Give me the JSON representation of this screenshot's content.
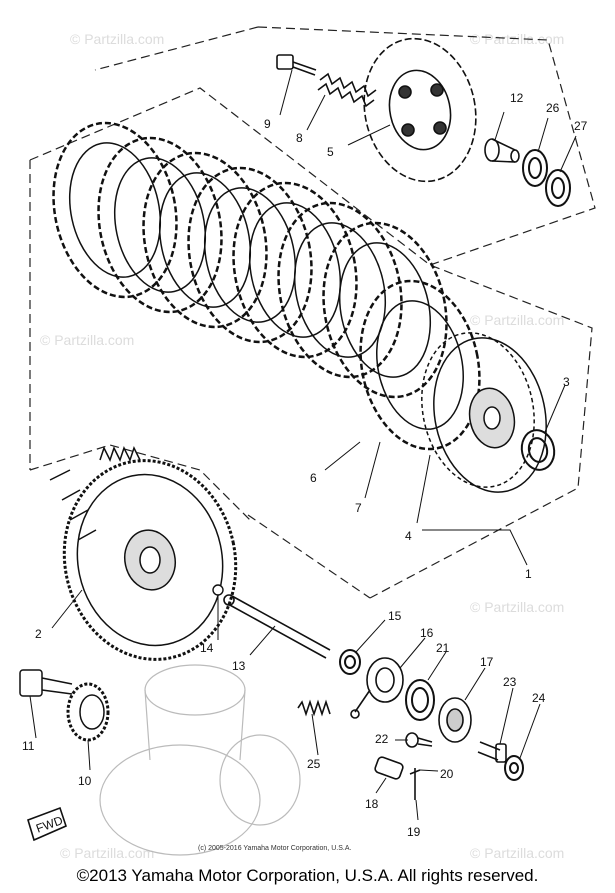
{
  "watermark_text": "© Partzilla.com",
  "diagram_copyright": "(c) 2005-2016 Yamaha Motor Corporation, U.S.A.",
  "footer_copyright": "©2013 Yamaha Motor Corporation, U.S.A. All rights reserved.",
  "fwd_label": "FWD",
  "callouts": [
    "1",
    "2",
    "3",
    "4",
    "5",
    "6",
    "7",
    "8",
    "9",
    "10",
    "11",
    "12",
    "13",
    "14",
    "15",
    "16",
    "17",
    "18",
    "19",
    "20",
    "21",
    "22",
    "23",
    "24",
    "25",
    "26",
    "27"
  ]
}
